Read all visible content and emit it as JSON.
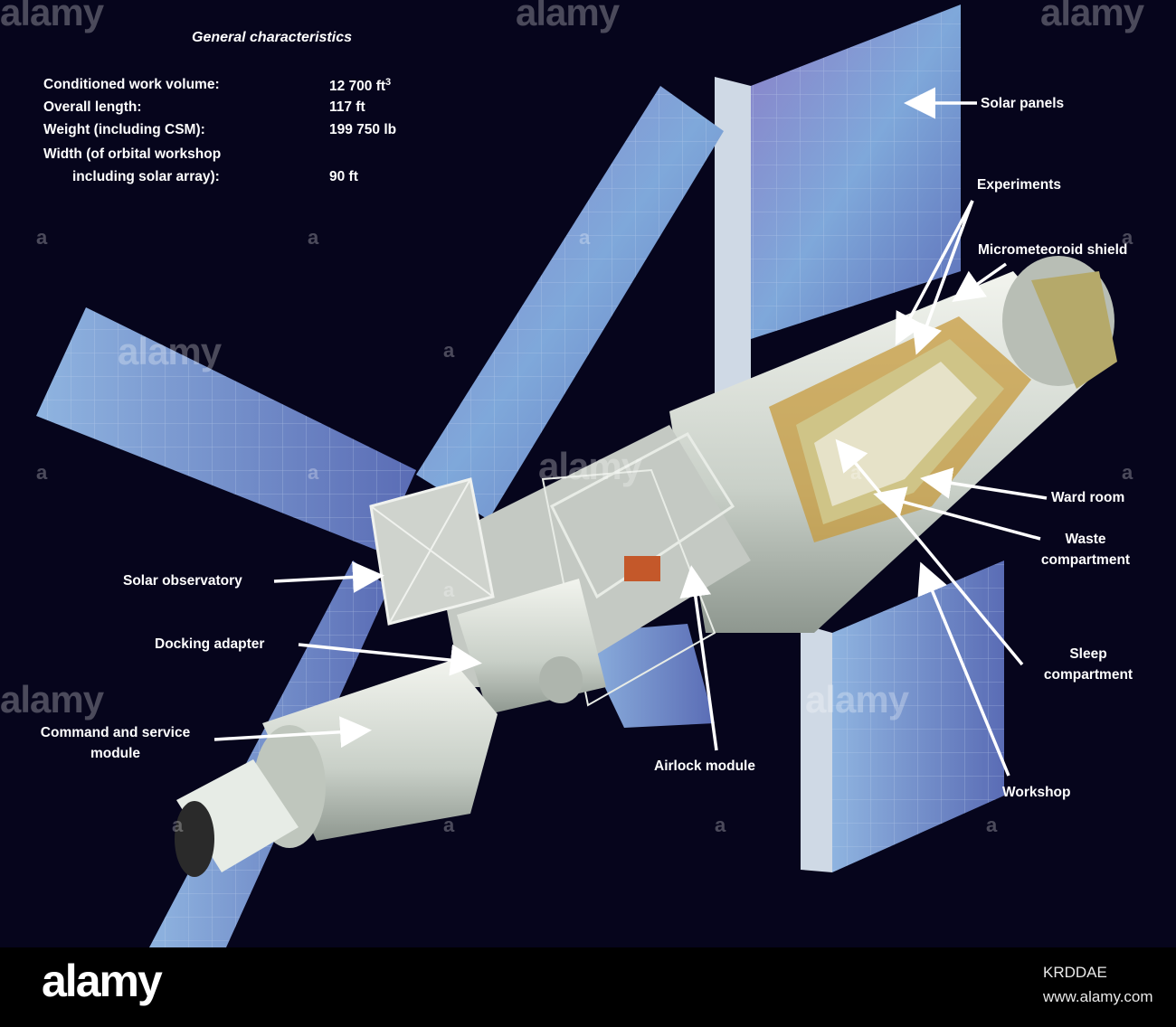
{
  "spec": {
    "title": "General characteristics",
    "rows": [
      {
        "name": "Conditioned work volume:",
        "value": "12 700 ft",
        "sup": "3"
      },
      {
        "name": "Overall length:",
        "value": "117 ft",
        "sup": ""
      },
      {
        "name": "Weight (including CSM):",
        "value": "199 750 lb",
        "sup": ""
      },
      {
        "name": "Width (of orbital workshop",
        "value": "",
        "sup": ""
      },
      {
        "name": "including solar array):",
        "value": "90 ft",
        "sup": ""
      }
    ]
  },
  "labels": {
    "solar_panels": "Solar panels",
    "experiments": "Experiments",
    "micrometeoroid_shield": "Micrometeoroid shield",
    "ward_room": "Ward room",
    "waste_line1": "Waste",
    "waste_line2": "compartment",
    "sleep_line1": "Sleep",
    "sleep_line2": "compartment",
    "workshop": "Workshop",
    "solar_observatory": "Solar observatory",
    "docking_adapter": "Docking adapter",
    "csm_line1": "Command and service",
    "csm_line2": "module",
    "airlock_module": "Airlock module"
  },
  "watermark": {
    "brand": "alamy",
    "letter": "a"
  },
  "footer": {
    "logo": "alamy",
    "image_id": "KRDDAE",
    "site": "www.alamy.com"
  },
  "colors": {
    "background": "#06051c",
    "solar_panel": "#6f8fc8",
    "hull": "#d6dbd4",
    "interior": "#b8a955",
    "arrow": "#ffffff"
  }
}
